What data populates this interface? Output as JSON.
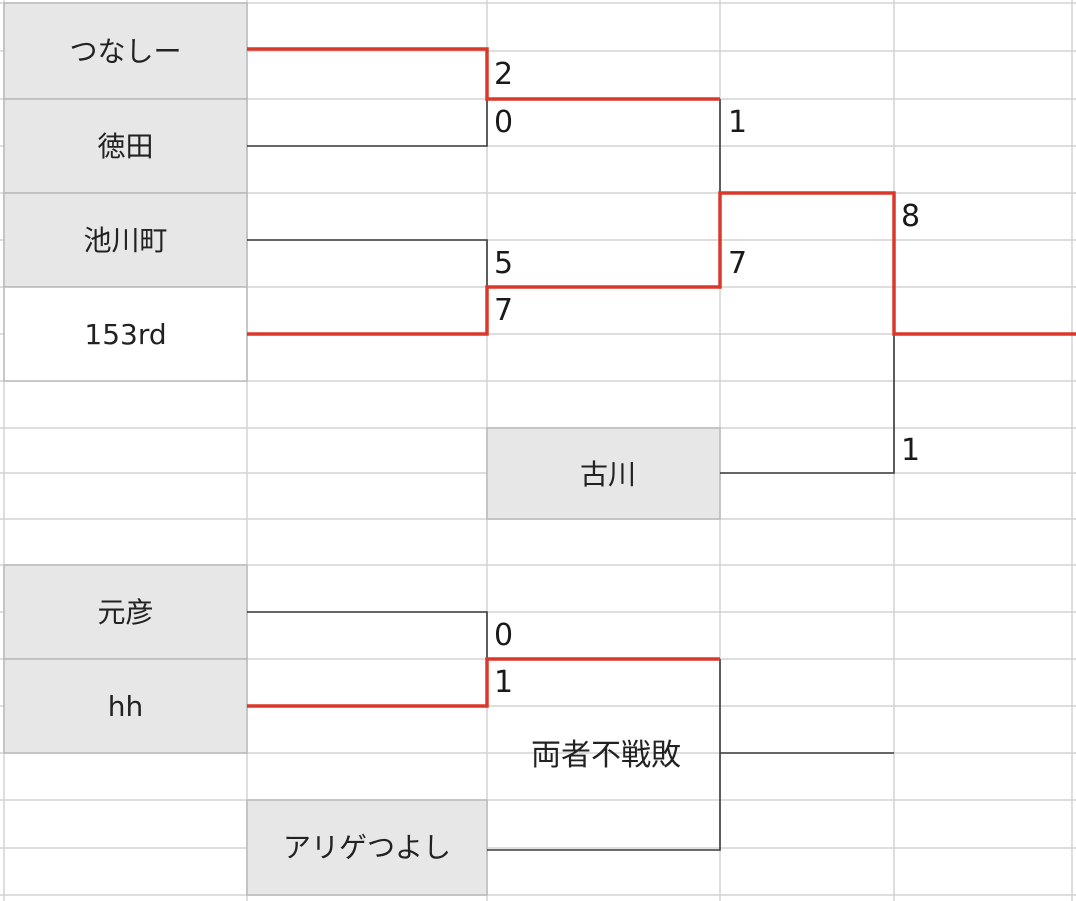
{
  "colors": {
    "grid": "#d4d4d4",
    "name_cell_fill": "#e7e7e7",
    "line_normal": "#3a3a3a",
    "line_winner": "#d9382a"
  },
  "players": {
    "p1": "つなしー",
    "p2": "徳田",
    "p3": "池川町",
    "p4": "153rd",
    "p5": "古川",
    "p6": "元彦",
    "p7": "hh",
    "p8": "アリゲつよし"
  },
  "scores": {
    "r1m1_top": "2",
    "r1m1_bottom": "0",
    "r1m2_top": "5",
    "r1m2_bottom": "7",
    "r2_top": "1",
    "r2_bottom": "7",
    "final_top": "8",
    "final_bottom": "1",
    "r1m3_top": "0",
    "r1m3_bottom": "1"
  },
  "notes": {
    "double_forfeit": "両者不戦敗"
  }
}
